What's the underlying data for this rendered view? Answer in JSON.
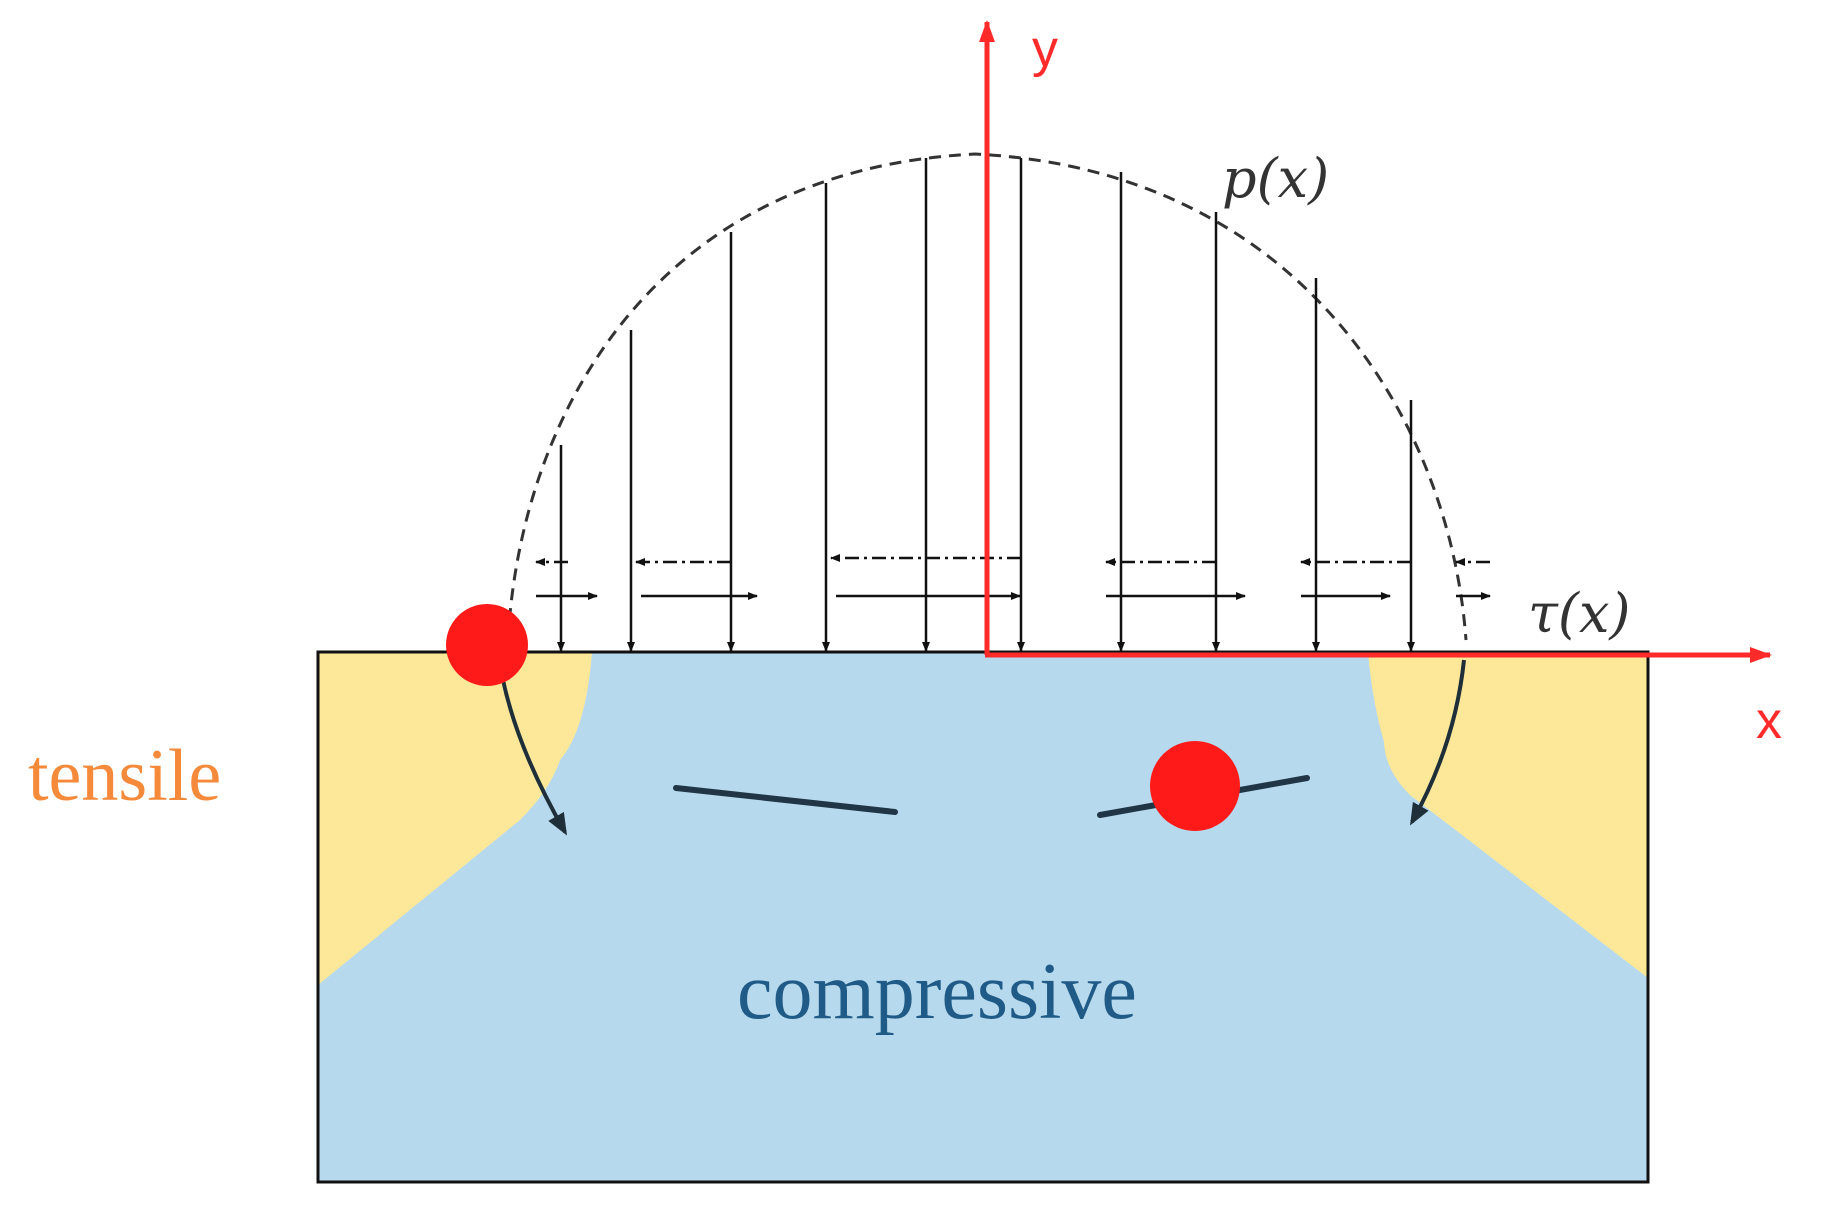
{
  "labels": {
    "pressure": "p(x)",
    "shear": "τ(x)",
    "axis_x": "x",
    "axis_y": "y",
    "tensile": "tensile",
    "compressive": "compressive"
  },
  "colors": {
    "tensile_fill": "#fde89a",
    "compressive_fill": "#b7d9ee",
    "axis": "#ff2a2a",
    "marker": "#ff1a1a",
    "tensile_text": "#f58a3a",
    "compressive_text": "#1f5b86",
    "arrow": "#111111",
    "path": "#203646"
  }
}
